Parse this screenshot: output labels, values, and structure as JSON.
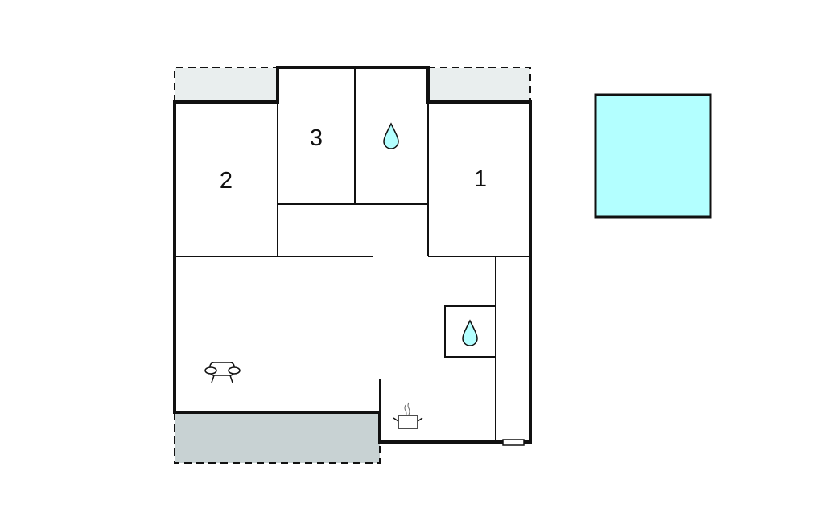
{
  "floorplan": {
    "rooms": [
      {
        "id": "bedroom-1",
        "label": "1"
      },
      {
        "id": "bedroom-2",
        "label": "2"
      },
      {
        "id": "bedroom-3",
        "label": "3"
      }
    ],
    "icons": [
      {
        "name": "water-drop-icon",
        "meaning": "bathroom"
      },
      {
        "name": "water-drop-icon",
        "meaning": "bathroom"
      },
      {
        "name": "sofa-icon",
        "meaning": "living room"
      },
      {
        "name": "cooking-pot-icon",
        "meaning": "kitchen"
      }
    ],
    "colors": {
      "wall": "#111111",
      "outdoor_area_light": "#e9eeee",
      "outdoor_area_dark": "#c8d2d3",
      "water": "#b3ffff",
      "pool": "#b3ffff"
    }
  }
}
